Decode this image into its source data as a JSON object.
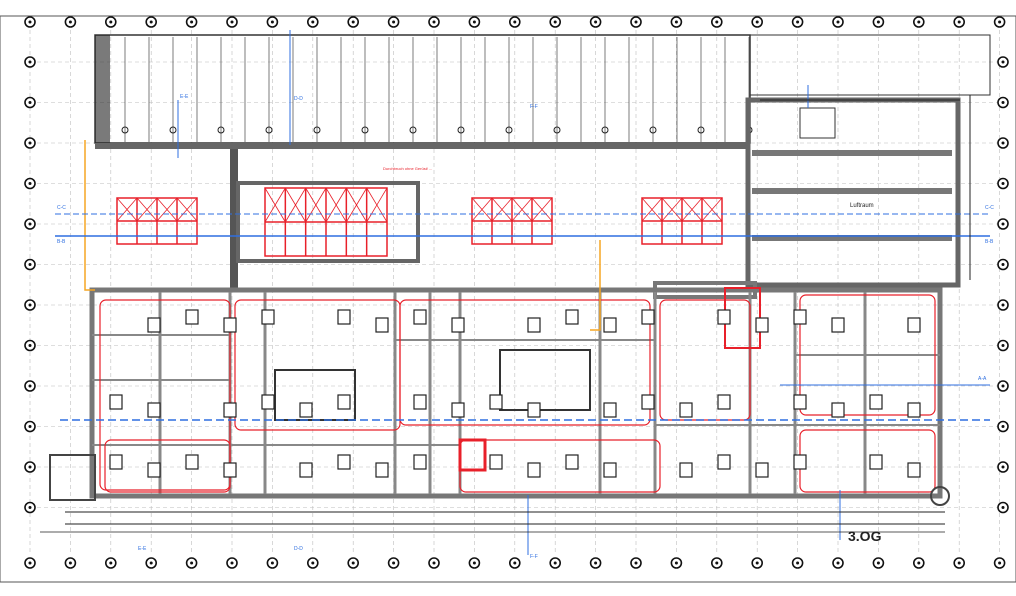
{
  "drawing": {
    "floor_label": "3.OG",
    "room_label_airspace": "Luftraum",
    "note_text": "Durchbruch ohne Gerüst/ ...",
    "sections": [
      {
        "label": "C-C"
      },
      {
        "label": "B-B"
      },
      {
        "label": "A-A"
      },
      {
        "label": "D-D"
      },
      {
        "label": "E-E"
      },
      {
        "label": "F-F"
      }
    ]
  },
  "colors": {
    "wall": "#8a8a8a",
    "red": "#e8202a",
    "blue": "#2f6fe0",
    "orange": "#f5a623",
    "grid": "#bdbdbd"
  }
}
